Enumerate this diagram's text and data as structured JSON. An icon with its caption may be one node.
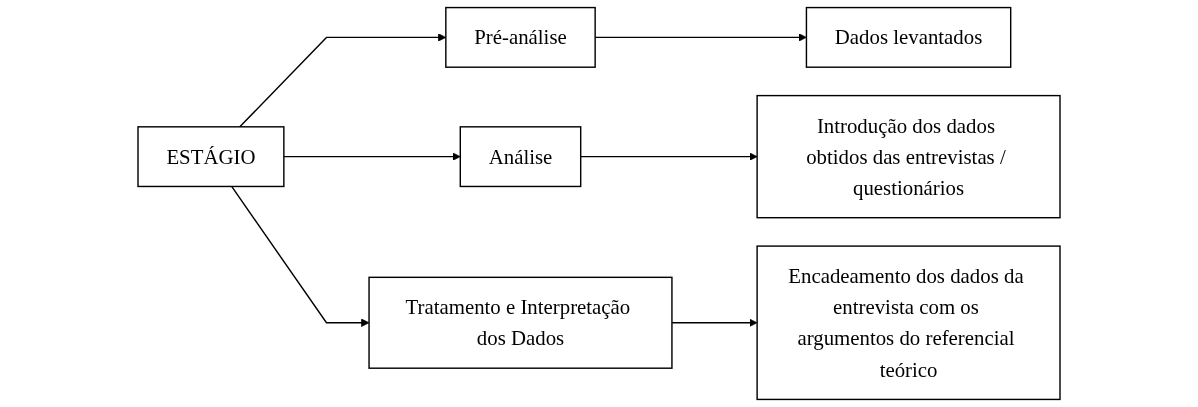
{
  "diagram": {
    "nodes": [
      {
        "text": [
          "ESTÁGIO"
        ]
      },
      {
        "text": [
          "Pré-análise"
        ]
      },
      {
        "text": [
          "Dados levantados"
        ]
      },
      {
        "text": [
          "Análise"
        ]
      },
      {
        "text": [
          "Introdução dos dados obtidos das entrevistas / questionários"
        ]
      },
      {
        "text": [
          "Tratamento e Interpretação dos Dados"
        ]
      },
      {
        "text": [
          "Encadeamento dos dados da entrevista com os argumentos do referencial teórico"
        ]
      }
    ],
    "edges": [
      {
        "from": 0,
        "to": 1,
        "arrow": "to"
      },
      {
        "from": 1,
        "to": 2,
        "arrow": "to"
      },
      {
        "from": 0,
        "to": 3,
        "arrow": "to"
      },
      {
        "from": 3,
        "to": 4,
        "arrow": "to"
      },
      {
        "from": 0,
        "to": 5,
        "arrow": "to"
      },
      {
        "from": 5,
        "to": 6,
        "arrow": "to"
      }
    ]
  }
}
